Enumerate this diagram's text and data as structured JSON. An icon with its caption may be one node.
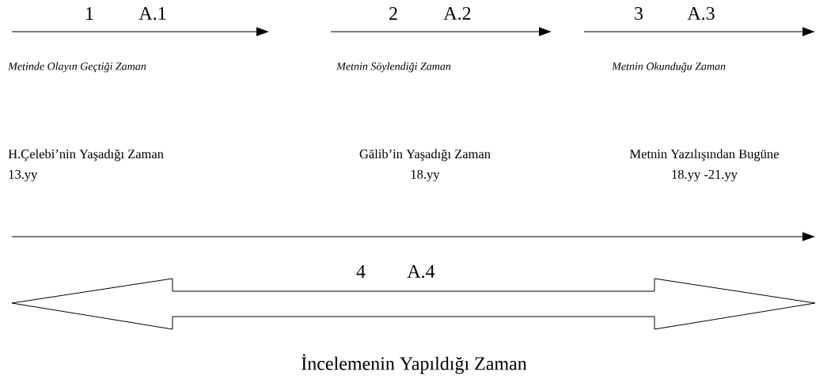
{
  "diagram": {
    "labels": [
      "1",
      "A.1",
      "2",
      "A.2",
      "3",
      "A.3",
      "Metinde Olayın Geçtiği Zaman",
      "Metnin Söylendiği Zaman",
      "Metnin Okunduğu Zaman",
      "H.Çelebi’nin Yaşadığı Zaman",
      "Gālib’in Yaşadığı Zaman",
      "Metnin Yazılışından Bugüne",
      "13.yy",
      "18.yy",
      "18.yy -21.yy",
      "4",
      "A.4",
      "İncelemenin Yapıldığı Zaman"
    ]
  }
}
